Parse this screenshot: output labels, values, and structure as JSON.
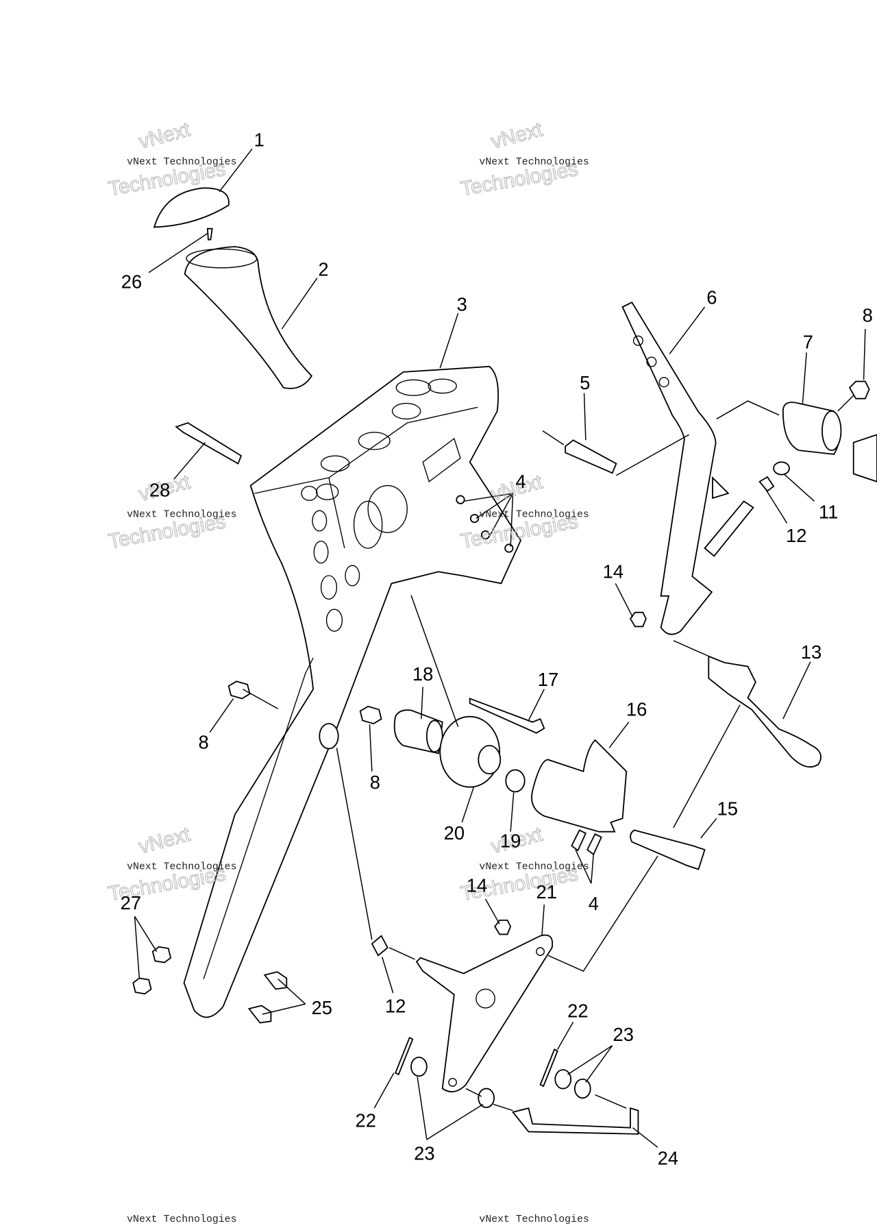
{
  "diagram": {
    "watermark": {
      "line1": "vNext",
      "line2": "vNext Technologies",
      "line3": "Technologies"
    },
    "callouts": [
      {
        "id": "c1",
        "text": "1"
      },
      {
        "id": "c26",
        "text": "26"
      },
      {
        "id": "c2",
        "text": "2"
      },
      {
        "id": "c3",
        "text": "3"
      },
      {
        "id": "c6",
        "text": "6"
      },
      {
        "id": "c8a",
        "text": "8"
      },
      {
        "id": "c7",
        "text": "7"
      },
      {
        "id": "c5",
        "text": "5"
      },
      {
        "id": "c28",
        "text": "28"
      },
      {
        "id": "c4a",
        "text": "4"
      },
      {
        "id": "c11",
        "text": "11"
      },
      {
        "id": "c12a",
        "text": "12"
      },
      {
        "id": "c14a",
        "text": "14"
      },
      {
        "id": "c13",
        "text": "13"
      },
      {
        "id": "c18",
        "text": "18"
      },
      {
        "id": "c17",
        "text": "17"
      },
      {
        "id": "c16",
        "text": "16"
      },
      {
        "id": "c8b",
        "text": "8"
      },
      {
        "id": "c8c",
        "text": "8"
      },
      {
        "id": "c15",
        "text": "15"
      },
      {
        "id": "c20",
        "text": "20"
      },
      {
        "id": "c19",
        "text": "19"
      },
      {
        "id": "c4b",
        "text": "4"
      },
      {
        "id": "c14b",
        "text": "14"
      },
      {
        "id": "c21",
        "text": "21"
      },
      {
        "id": "c27",
        "text": "27"
      },
      {
        "id": "c25",
        "text": "25"
      },
      {
        "id": "c12b",
        "text": "12"
      },
      {
        "id": "c22a",
        "text": "22"
      },
      {
        "id": "c23a",
        "text": "23"
      },
      {
        "id": "c22b",
        "text": "22"
      },
      {
        "id": "c23b",
        "text": "23"
      },
      {
        "id": "c24",
        "text": "24"
      }
    ]
  }
}
